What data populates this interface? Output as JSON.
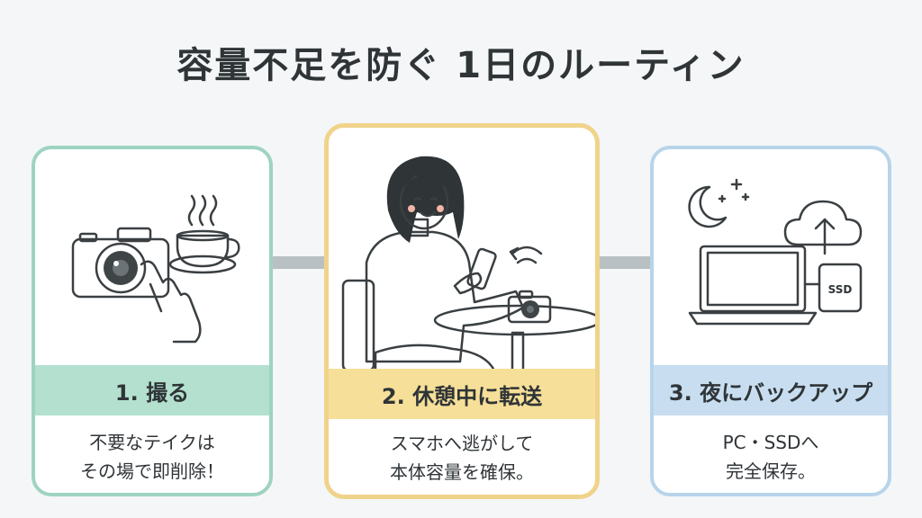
{
  "title": "容量不足を防ぐ 1日のルーティン",
  "steps": [
    {
      "label": "1. 撮る",
      "desc_line1": "不要なテイクは",
      "desc_line2": "その場で即削除！",
      "accent": "#9ed3c1",
      "icons": [
        "camera-icon",
        "hand-icon",
        "coffee-cup-icon"
      ]
    },
    {
      "label": "2. 休憩中に転送",
      "desc_line1": "スマホへ逃がして",
      "desc_line2": "本体容量を確保。",
      "accent": "#f0d38a",
      "icons": [
        "person-with-phone-icon",
        "wireless-transfer-icon",
        "camera-icon",
        "cafe-table-icon"
      ]
    },
    {
      "label": "3. 夜にバックアップ",
      "desc_line1": "PC・SSDへ",
      "desc_line2": "完全保存。",
      "accent": "#b7d4ea",
      "icons": [
        "moon-icon",
        "star-icon",
        "cloud-upload-icon",
        "laptop-icon",
        "ssd-icon"
      ],
      "ssd_text": "SSD"
    }
  ]
}
